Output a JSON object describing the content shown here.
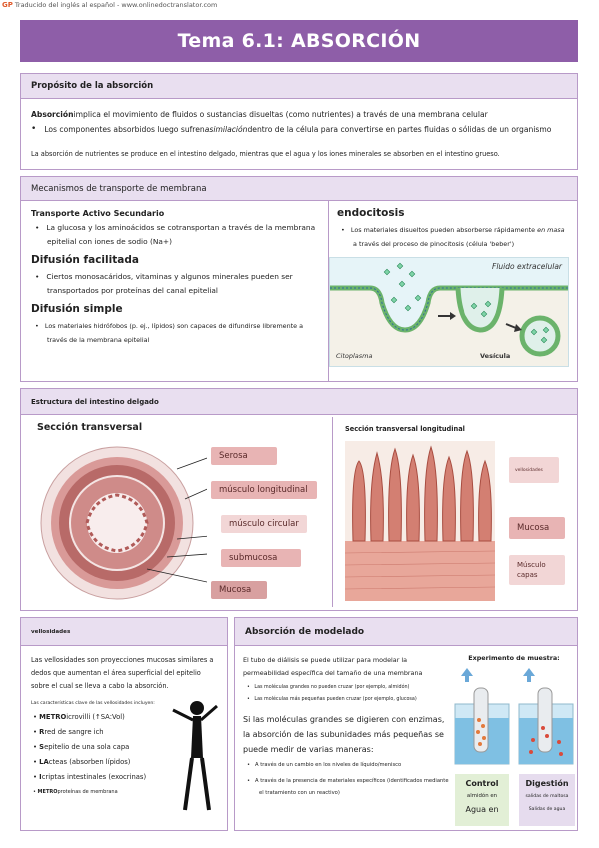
{
  "banner": {
    "logo": "GP",
    "text": "Traducido del inglés al español - www.onlinedoctranslator.com"
  },
  "title": "Tema 6.1: ABSORCIÓN",
  "purpose": {
    "heading": "Propósito de la absorción",
    "line1_bold": "Absorción",
    "line1_rest": "implica el movimiento de fluidos o sustancias disueltas (como nutrientes) a través de una membrana celular",
    "bullet1_a": "Los componentes absorbidos luego sufren",
    "bullet1_em": "asimilación",
    "bullet1_b": "dentro de la célula para convertirse en partes fluidas o sólidas de un organismo",
    "note": "La absorción de nutrientes se produce en el intestino delgado, mientras que el agua y los iones minerales se absorben en el intestino grueso."
  },
  "transport": {
    "heading": "Mecanismos de transporte de membrana",
    "active_title": "Transporte Activo Secundario",
    "active_text": "La glucosa y los aminoácidos se cotransportan a través de la membrana epitelial con iones de sodio (Na+)",
    "facil_title": "Difusión facilitada",
    "facil_text": "Ciertos monosacáridos, vitaminas y algunos minerales pueden ser transportados por proteínas del canal epitelial",
    "simple_title": "Difusión simple",
    "simple_text": "Los materiales hidrófobos (p. ej., lípidos) son capaces de difundirse libremente a través de la membrana epitelial",
    "endo_title": "endocitosis",
    "endo_text_a": "Los materiales disueltos pueden absorberse rápidamente",
    "endo_text_em": "en masa",
    "endo_text_b": "a través del proceso de pinocitosis (célula 'beber')",
    "diagram_extracellular": "Fluido extracelular",
    "diagram_cytoplasm": "Citoplasma",
    "diagram_vesicle": "Vesícula"
  },
  "intestine": {
    "heading": "Estructura del intestino delgado",
    "cross_title": "Sección transversal",
    "long_title": "Sección transversal longitudinal",
    "labels": {
      "serosa": "Serosa",
      "longitudinal": "músculo longitudinal",
      "circular": "músculo circular",
      "submucosa": "submucosa",
      "mucosa": "Mucosa"
    },
    "long_labels": {
      "villi": "vellosidades",
      "mucosa": "Mucosa",
      "muscle_a": "Músculo",
      "muscle_b": "capas"
    }
  },
  "villi": {
    "heading": "vellosidades",
    "intro": "Las vellosidades son proyecciones mucosas similares a dedos que aumentan el área superficial del epitelio sobre el cual se lleva a cabo la absorción.",
    "features_title": "Las características clave de las vellosidades incluyen:",
    "items": [
      {
        "letter": "METRO",
        "text": "icrovilli (↑SA:Vol)"
      },
      {
        "letter": "R",
        "text": "red de sangre ich"
      },
      {
        "letter": "S",
        "text": "epitelio de una sola capa"
      },
      {
        "letter": "LA",
        "text": "cteas (absorben lípidos)"
      },
      {
        "letter": "I",
        "text": "criptas intestinales (exocrinas)"
      },
      {
        "letter": "METRO",
        "text": "proteínas de membrana"
      }
    ]
  },
  "model": {
    "heading": "Absorción de modelado",
    "intro": "El tubo de diálisis se puede utilizar para modelar la permeabilidad específica del tamaño de una membrana",
    "b1": "Las moléculas grandes no pueden cruzar (por ejemplo, almidón)",
    "b2": "Las moléculas más pequeñas pueden cruzar (por ejemplo, glucosa)",
    "para2": "Si las moléculas grandes se digieren con enzimas, la absorción de las subunidades más pequeñas se puede medir de varias maneras:",
    "b3": "A través de un cambio en los niveles de líquido/menisco",
    "b4": "A través de la presencia de materiales específicos (identificados mediante el tratamiento con un reactivo)",
    "exp_title": "Experimento de muestra:",
    "control_title": "Control",
    "control_a": "almidón en",
    "control_b": "Agua en",
    "digest_title": "Digestión",
    "digest_a": "salidas de maltosa",
    "digest_b": "Salidas de agua"
  }
}
